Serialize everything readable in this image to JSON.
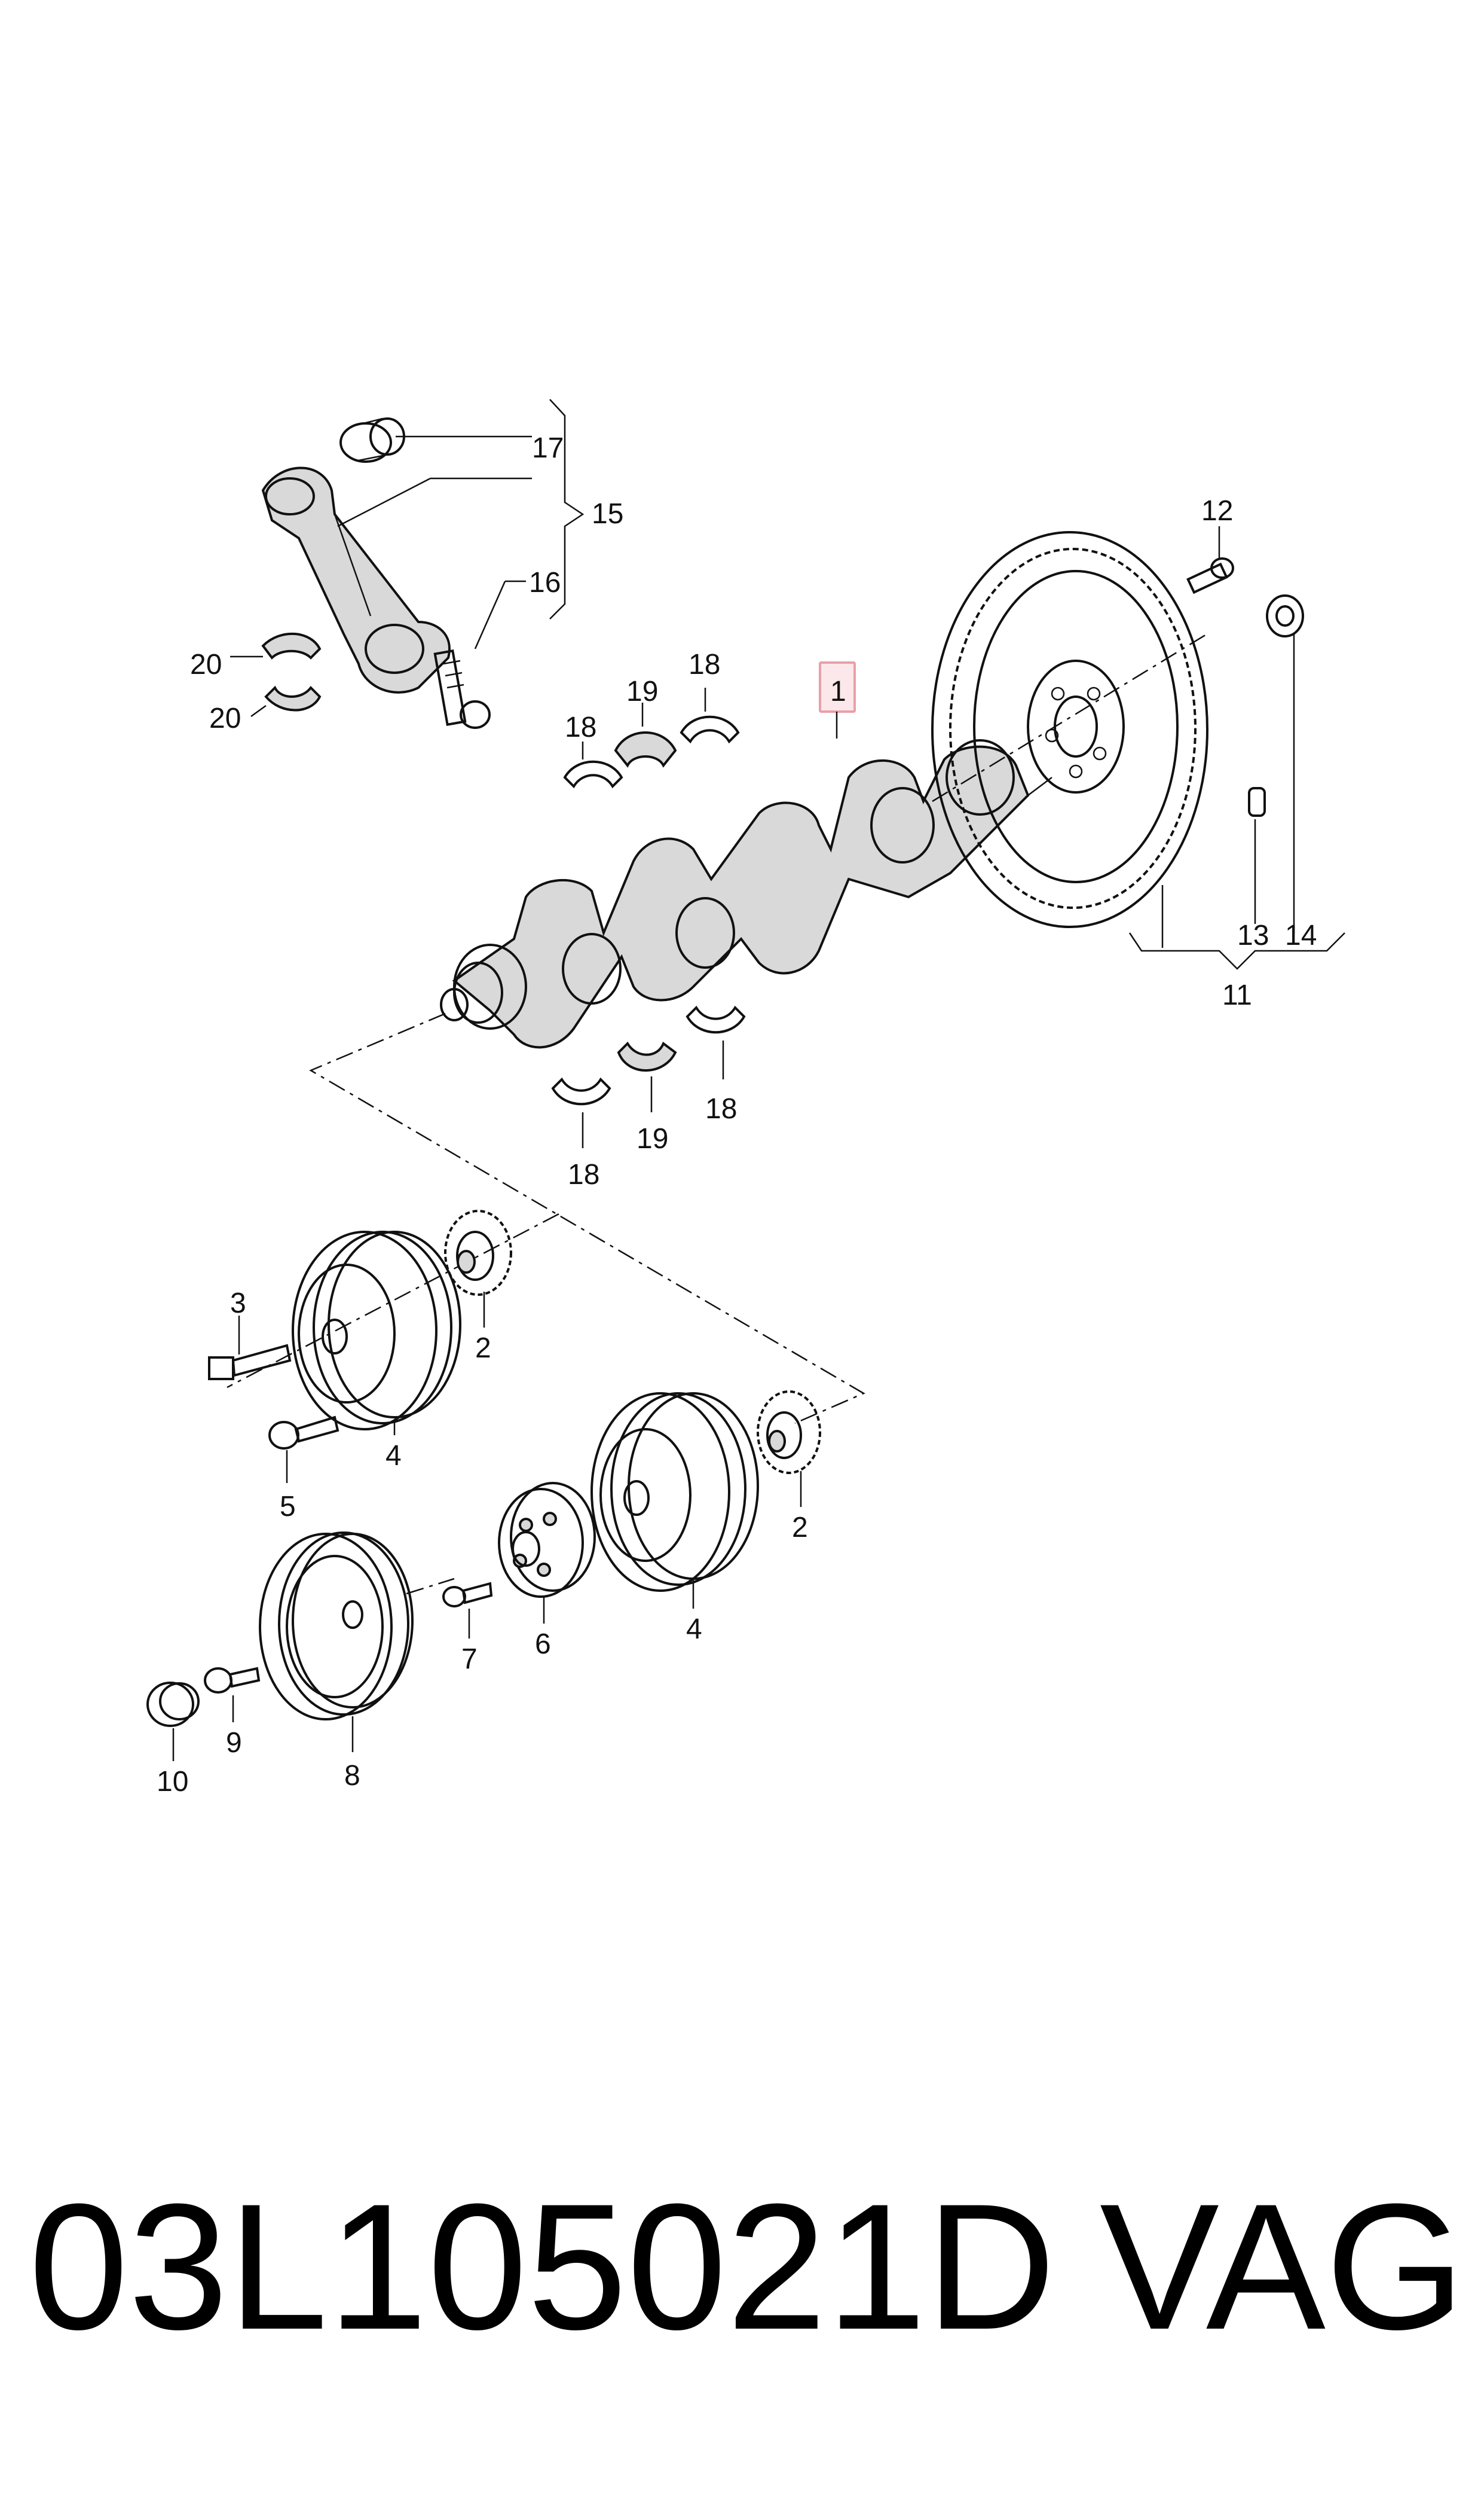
{
  "diagram": {
    "callouts": {
      "c1": "1",
      "c2a": "2",
      "c2b": "2",
      "c3": "3",
      "c4a": "4",
      "c4b": "4",
      "c5": "5",
      "c6": "6",
      "c7": "7",
      "c8": "8",
      "c9": "9",
      "c10": "10",
      "c11": "11",
      "c12": "12",
      "c13": "13",
      "c14": "14",
      "c15": "15",
      "c16": "16",
      "c17": "17",
      "c18a": "18",
      "c18b": "18",
      "c18c": "18",
      "c18d": "18",
      "c19a": "19",
      "c19b": "19",
      "c20a": "20",
      "c20b": "20"
    },
    "highlight_color": "#e8a0a8",
    "highlight_fill": "#fce8ea"
  },
  "footer": {
    "part_number": "03L105021D",
    "brand": "VAG"
  }
}
